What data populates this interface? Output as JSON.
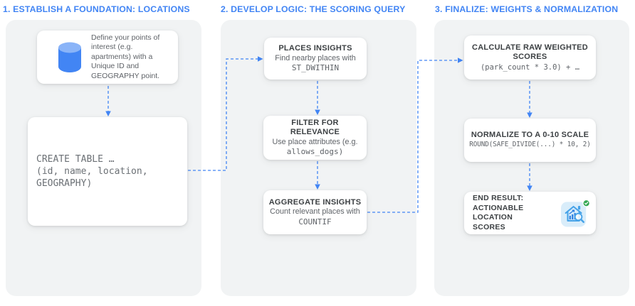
{
  "diagram": {
    "columns": [
      {
        "header": "1. ESTABLISH A FOUNDATION: LOCATIONS",
        "cards": [
          {
            "icon": "database-icon",
            "body": "Define your points of\ninterest (e.g.\napartments) with a\nUnique ID and\nGEOGRAPHY point."
          },
          {
            "code": "CREATE TABLE …\n(id, name, location,\nGEOGRAPHY)"
          }
        ]
      },
      {
        "header": "2. DEVELOP LOGIC: THE SCORING QUERY",
        "cards": [
          {
            "title": "PLACES INSIGHTS",
            "body": "Find nearby places with",
            "code": "ST_DWITHIN"
          },
          {
            "title": "FILTER FOR RELEVANCE",
            "body": "Use place attributes (e.g.",
            "code": "allows_dogs)"
          },
          {
            "title": "AGGREGATE INSIGHTS",
            "body": "Count relevant places with",
            "code": "COUNTIF"
          }
        ]
      },
      {
        "header": "3. FINALIZE: WEIGHTS & NORMALIZATION",
        "cards": [
          {
            "title": "CALCULATE RAW WEIGHTED\nSCORES",
            "code": "(park_count * 3.0) + …"
          },
          {
            "title": "NORMALIZE TO A 0-10 SCALE",
            "code": "ROUND(SAFE_DIVIDE(...) * 10, 2)"
          },
          {
            "title": "END RESULT:\nACTIONABLE LOCATION\nSCORES",
            "icon": "house-analytics-icon",
            "badge": "check-badge-icon"
          }
        ]
      }
    ]
  },
  "colors": {
    "accent": "#4285f4",
    "panel_bg": "#f1f3f4",
    "card_bg": "#ffffff",
    "title_text": "#3c4043",
    "body_text": "#5f6368",
    "connector": "#4285f4",
    "db_cylinder_body": "#4285f4",
    "db_cylinder_top": "#8ab4f8",
    "result_icon_bg": "#d9edfa",
    "result_icon_stroke": "#47a3e8",
    "result_icon_bars": "#2a7de1",
    "badge_green": "#34a853"
  }
}
